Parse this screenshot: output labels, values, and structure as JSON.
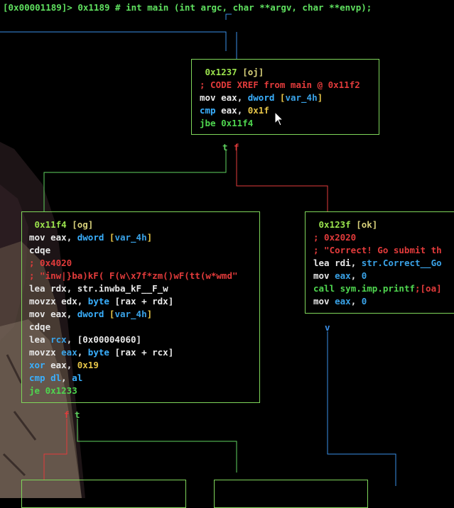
{
  "header": {
    "text": "[0x00001189]> 0x1189 # int main (int argc, char **argv, char **envp);"
  },
  "nodes": {
    "oj": {
      "title": "0x1237",
      "tag": "[oj]",
      "xref": "; CODE XREF from main @ 0x11f2",
      "l1": {
        "op": "mov ",
        "a": "eax",
        "b": ", ",
        "c": "dword ",
        "d": "[",
        "e": "var_4h",
        "f": "]"
      },
      "l2": {
        "op": "cmp ",
        "a": "eax",
        "b": ", ",
        "c": "0x1f"
      },
      "l3": {
        "op": "jbe ",
        "a": "0x11f4"
      }
    },
    "og": {
      "title": "0x11f4",
      "tag": "[og]",
      "l1": {
        "op": "mov ",
        "a": "eax",
        "b": ", ",
        "c": "dword ",
        "d": "[",
        "e": "var_4h",
        "f": "]"
      },
      "l2": "cdqe",
      "l3": "; 0x4020",
      "l4": "; \"inw|}ba)kF( F(w\\x7f*zm()wF(tt(w*wmd\"",
      "l5": {
        "op": "lea ",
        "a": "rdx",
        "b": ", ",
        "c": "str.inwba_kF__F_w"
      },
      "l6": {
        "op": "movzx ",
        "a": "edx",
        "b": ", ",
        "c": "byte ",
        "d": "[rax + rdx]"
      },
      "l7": {
        "op": "mov ",
        "a": "eax",
        "b": ", ",
        "c": "dword ",
        "d": "[",
        "e": "var_4h",
        "f": "]"
      },
      "l8": "cdqe",
      "l9": {
        "op": "lea ",
        "a": "rcx",
        "b": ", ",
        "c": "[0x00004060]"
      },
      "l10": {
        "op": "movzx ",
        "a": "eax",
        "b": ", ",
        "c": "byte ",
        "d": "[rax + rcx]"
      },
      "l11": {
        "op": "xor ",
        "a": "eax",
        "b": ", ",
        "c": "0x19"
      },
      "l12": {
        "op": "cmp ",
        "a": "dl",
        "b": ", ",
        "c": "al"
      },
      "l13": {
        "op": "je ",
        "a": "0x1233"
      }
    },
    "ok": {
      "title": "0x123f",
      "tag": "[ok]",
      "l1": "; 0x2020",
      "l2": "; \"Correct! Go submit th",
      "l3": {
        "op": "lea ",
        "a": "rdi",
        "b": ", ",
        "c": "str.Correct__Go"
      },
      "l4": {
        "op": "mov ",
        "a": "eax",
        "b": ", ",
        "c": "0"
      },
      "l5": {
        "op": "call ",
        "a": "sym.imp.printf",
        "b": ";[oa]"
      },
      "l6": {
        "op": "mov ",
        "a": "eax",
        "b": ", ",
        "c": "0"
      }
    }
  },
  "edges": {
    "t1": "t",
    "f1": "f",
    "v1": "v",
    "f2": "f",
    "t2": "t"
  },
  "colors": {
    "node_border": "#7fd65a",
    "true_edge": "#5fd35f",
    "false_edge": "#e23b3b",
    "flow_edge": "#3a8fe8"
  }
}
